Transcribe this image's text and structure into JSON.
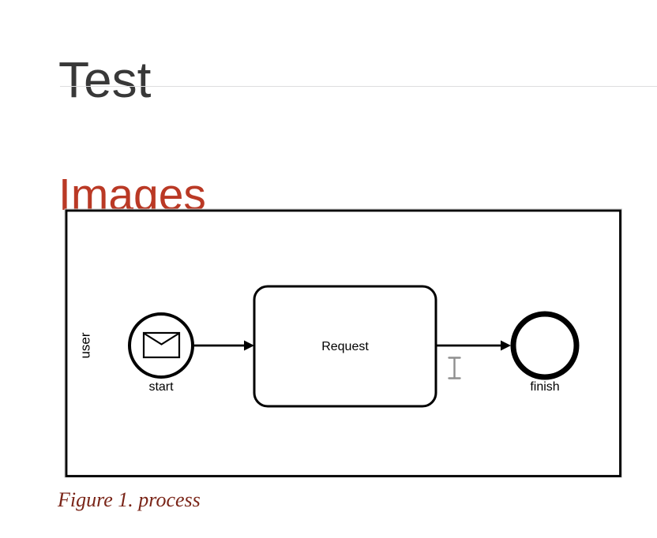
{
  "document": {
    "title": "Test",
    "sections": [
      {
        "heading": "Images"
      }
    ],
    "figure": {
      "caption": "Figure 1. process"
    }
  },
  "diagram": {
    "kind": "bpmn-process",
    "pool": {
      "label": "user"
    },
    "nodes": [
      {
        "id": "start",
        "type": "message-start-event",
        "label": "start"
      },
      {
        "id": "request",
        "type": "task",
        "label": "Request"
      },
      {
        "id": "finish",
        "type": "end-event",
        "label": "finish"
      }
    ],
    "flows": [
      {
        "from": "start",
        "to": "request"
      },
      {
        "from": "request",
        "to": "finish"
      }
    ]
  },
  "cursor": {
    "type": "text-ibeam"
  },
  "colors": {
    "title_text": "#383838",
    "section_heading": "#ba3925",
    "caption_text": "#7a2518",
    "header_rule": "#dddddf",
    "diagram_stroke": "#000000",
    "cursor_gray": "#8f8f8f"
  }
}
